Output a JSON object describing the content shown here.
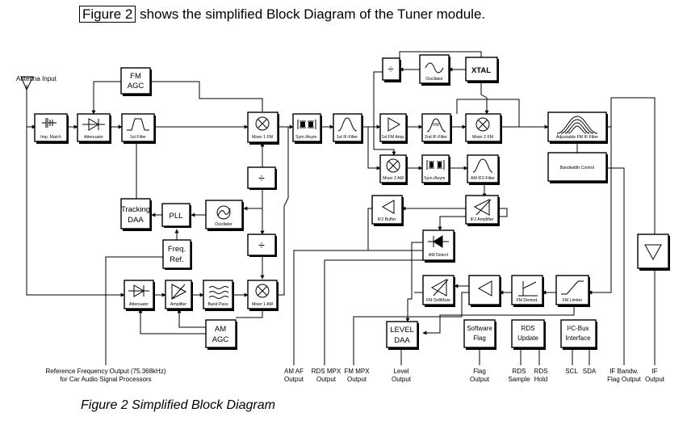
{
  "intro": {
    "link": "Figure 2",
    "text": " shows the simplified Block Diagram of the Tuner module."
  },
  "caption": "Figure 2 Simplified Block Diagram",
  "antenna_label": "Antenna Input",
  "blocks": {
    "imp_match": "Imp. Match",
    "attenuator_fm": "Attenuator",
    "first_filter": "1st Filter",
    "fm_agc": [
      "FM",
      "AGC"
    ],
    "mixer1_fm": "Mixer 1 FM",
    "divider_top": "÷",
    "divider_mid": "÷",
    "tracking_daa": [
      "Tracking",
      "DAA"
    ],
    "pll": "PLL",
    "oscillator1": "Oscillator",
    "freq_ref": [
      "Freq.",
      "Ref."
    ],
    "attenuator_am": "Attenuator",
    "amplifier_am": "Amplifier",
    "band_pass": "Band Pass",
    "mixer1_am": "Mixer 1 AM",
    "am_agc": [
      "AM",
      "AGC"
    ],
    "sym_asym1": "Sym./Asym.",
    "first_if_filter": "1st IF-Filter",
    "divider_osc": "÷",
    "oscillator2": "Oscillator",
    "xtal": "XTAL",
    "fm_amp": "1st FM Amp.",
    "fm_label": "FM",
    "second_if_filter": "2nd IF-Filter",
    "mixer2_fm": "Mixer 2 FM",
    "mixer2_am": "Mixer 2 AM",
    "sym_asym2": "Sym./Asym.",
    "am_if2_filter": "AM IF2-Filter",
    "adj_fm_if_filter": "Adjustable FM IF Filter",
    "bandwidth_control": "Bandwidth Control",
    "if2_buffer": "IF2 Buffer",
    "if2_amplifier": "IF2 Amplifier",
    "am_detect": "AM Detect",
    "fm_softmute": "FM SoftMute",
    "fm_demod": "FM Demod.",
    "fm_limiter": "FM Limiter",
    "level_daa": [
      "LEVEL",
      "DAA"
    ],
    "software_flag": [
      "Software",
      "Flag"
    ],
    "rds_update": [
      "RDS",
      "Update"
    ],
    "i2c_interface": [
      "I²C-Bus",
      "Interface"
    ]
  },
  "outputs": {
    "ref_freq": [
      "Reference Frequency Output (75.368kHz)",
      "for Car Audio Signal Processors"
    ],
    "am_af": [
      "AM AF",
      "Output"
    ],
    "rds_mpx": [
      "RDS MPX",
      "Output"
    ],
    "fm_mpx": [
      "FM MPX",
      "Output"
    ],
    "level": [
      "Level",
      "Output"
    ],
    "flag": [
      "Flag",
      "Output"
    ],
    "rds_sample": [
      "RDS",
      "Sample"
    ],
    "rds_hold": [
      "RDS",
      "Hold"
    ],
    "scl": "SCL",
    "sda": "SDA",
    "if_bandw_flag": [
      "IF Bandw.",
      "Flag Output"
    ],
    "if_out": [
      "IF",
      "Output"
    ]
  }
}
